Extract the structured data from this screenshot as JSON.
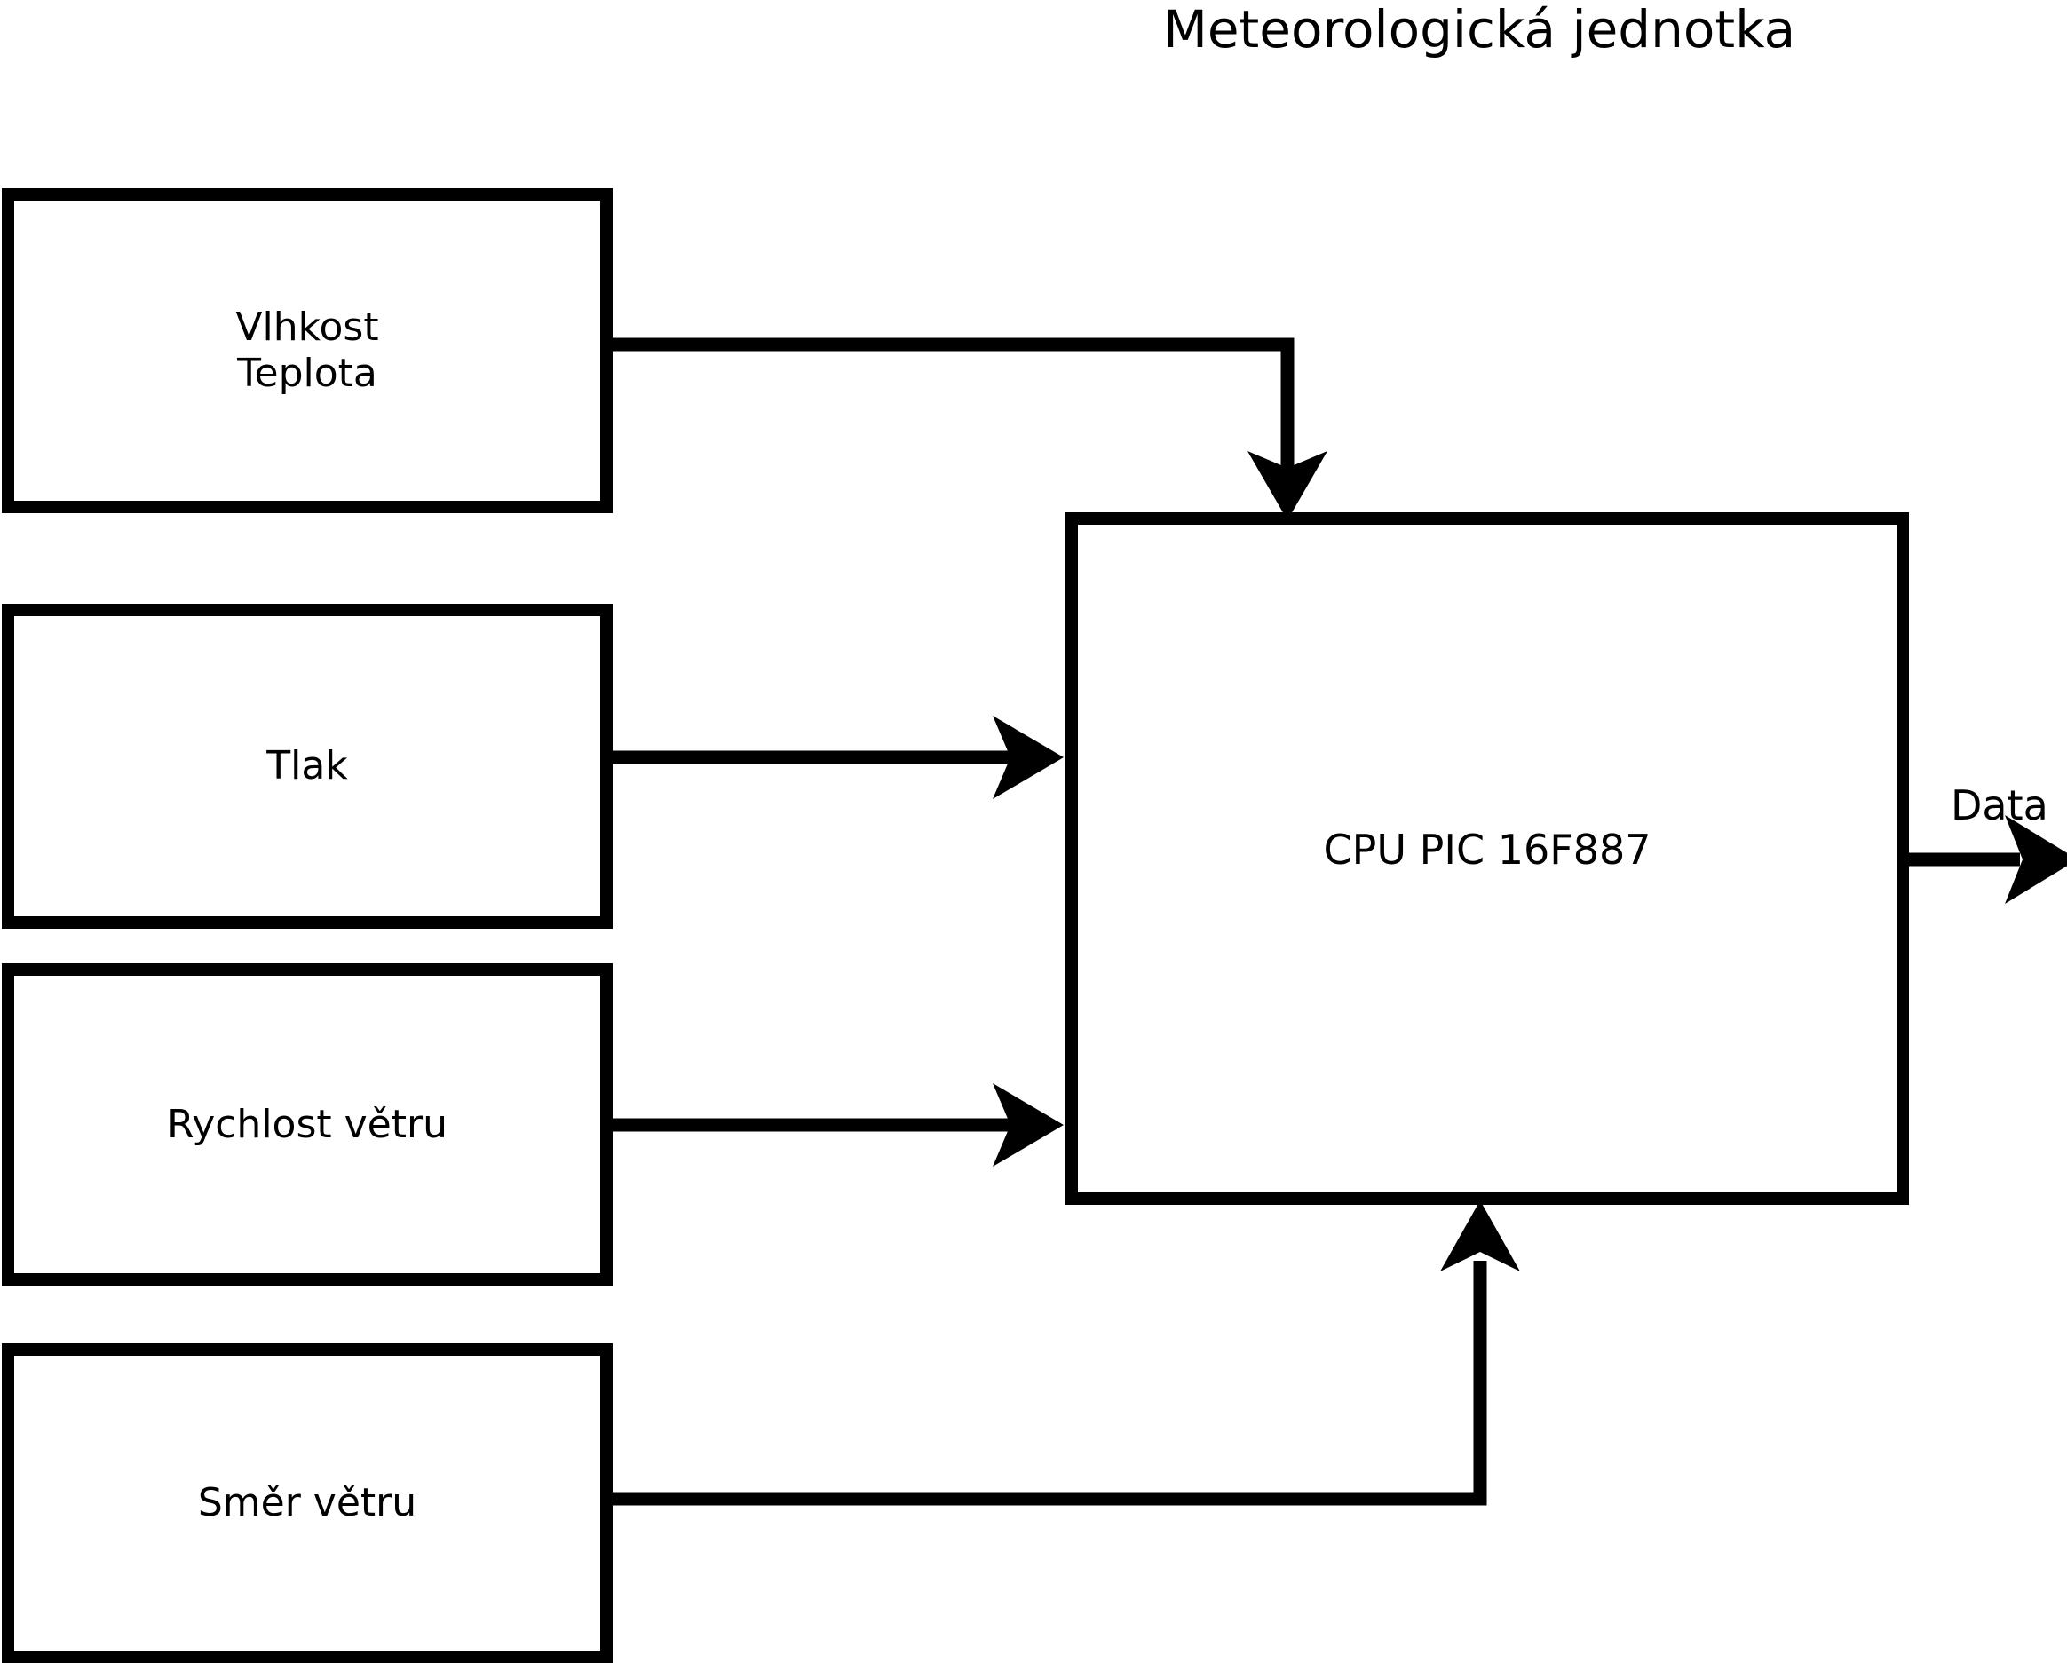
{
  "diagram": {
    "title": "Meteorologická jednotka",
    "type": "block-diagram",
    "background_color": "#ffffff",
    "line_color": "#000000",
    "nodes": [
      {
        "id": "humidity-temp",
        "label": "Vlhkost\nTeplota",
        "role": "sensor-input"
      },
      {
        "id": "pressure",
        "label": "Tlak",
        "role": "sensor-input"
      },
      {
        "id": "wind-speed",
        "label": "Rychlost větru",
        "role": "sensor-input"
      },
      {
        "id": "wind-dir",
        "label": "Směr větru",
        "role": "sensor-input"
      },
      {
        "id": "cpu",
        "label": "CPU PIC 16F887",
        "role": "processor"
      }
    ],
    "edges": [
      {
        "from": "humidity-temp",
        "to": "cpu",
        "label": "",
        "style": "elbow-down-arrow"
      },
      {
        "from": "pressure",
        "to": "cpu",
        "label": "",
        "style": "straight-arrow"
      },
      {
        "from": "wind-speed",
        "to": "cpu",
        "label": "",
        "style": "straight-arrow"
      },
      {
        "from": "wind-dir",
        "to": "cpu",
        "label": "",
        "style": "elbow-up-arrow"
      },
      {
        "from": "cpu",
        "to": "output",
        "label": "Data",
        "style": "straight-arrow"
      }
    ],
    "output_label": "Data"
  }
}
